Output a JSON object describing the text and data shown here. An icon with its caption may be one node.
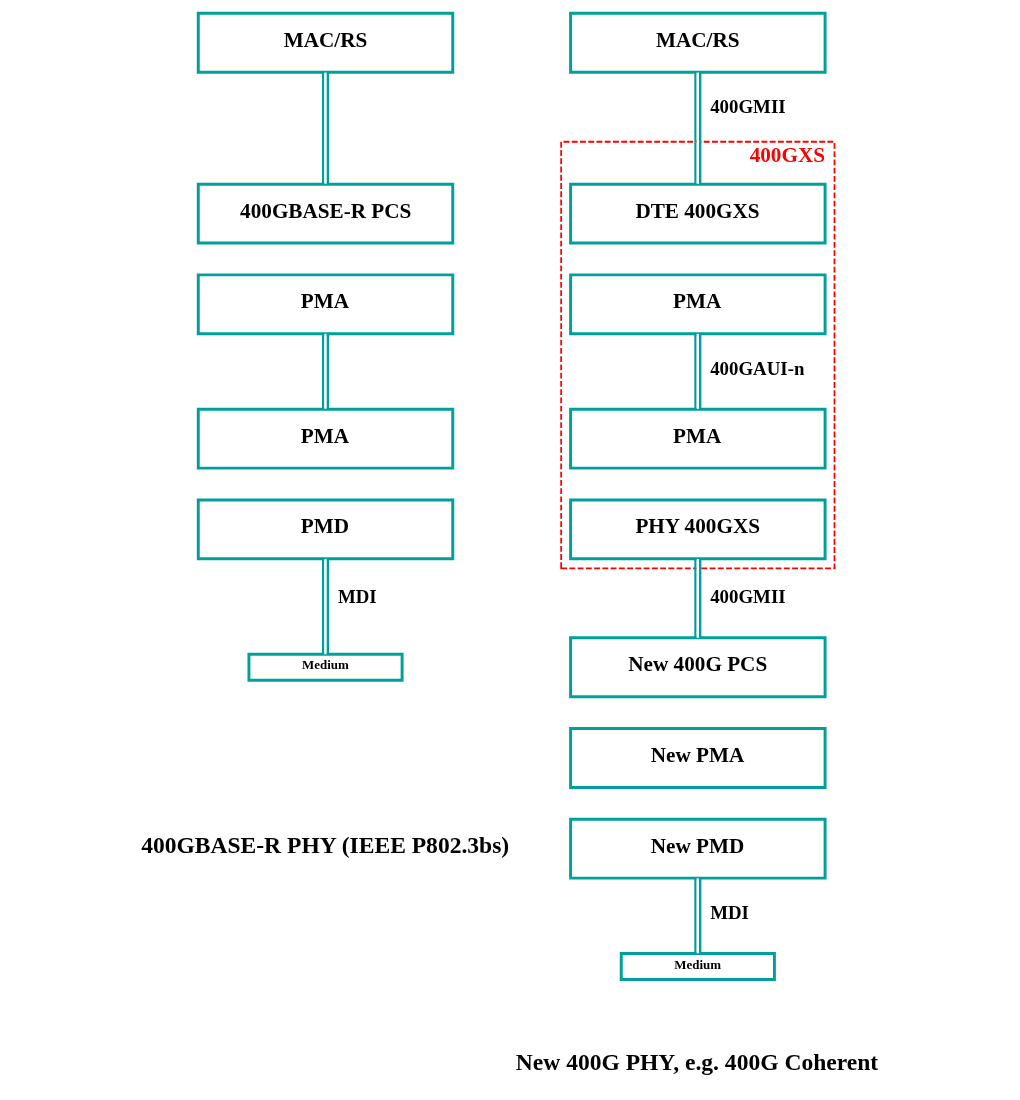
{
  "diagram": {
    "nodes": [
      {
        "text": [
          "MAC/RS"
        ]
      },
      {
        "text": [
          "400GBASE-R PCS"
        ]
      },
      {
        "text": [
          "PMA"
        ]
      },
      {
        "text": [
          "PMA"
        ]
      },
      {
        "text": [
          "PMD"
        ]
      },
      {
        "text": [
          "Medium"
        ]
      },
      {
        "text": [
          "MAC/RS"
        ]
      },
      {
        "text": [
          "400GXS"
        ]
      },
      {
        "text": [
          "DTE 400GXS"
        ],
        "in": 7
      },
      {
        "text": [
          "PMA"
        ],
        "in": 7
      },
      {
        "text": [
          "PMA"
        ],
        "in": 7
      },
      {
        "text": [
          "PHY 400GXS"
        ],
        "in": 7
      },
      {
        "text": [
          "New 400G PCS"
        ]
      },
      {
        "text": [
          "New PMA"
        ]
      },
      {
        "text": [
          "New PMD"
        ]
      },
      {
        "text": [
          "Medium"
        ]
      }
    ],
    "edges": [
      {
        "from": 0,
        "to": 1,
        "arrow": "none"
      },
      {
        "from": 2,
        "to": 3,
        "arrow": "none"
      },
      {
        "from": 4,
        "to": 5,
        "arrow": "none",
        "label": "MDI"
      },
      {
        "from": 6,
        "to": 8,
        "arrow": "none",
        "label": "400GMII"
      },
      {
        "from": 9,
        "to": 10,
        "arrow": "none",
        "label": "400GAUI-n"
      },
      {
        "from": 11,
        "to": 12,
        "arrow": "none",
        "label": "400GMII"
      },
      {
        "from": 14,
        "to": 15,
        "arrow": "none",
        "label": "MDI"
      }
    ],
    "labels": [
      "400GBASE-R PHY (IEEE P802.3bs)",
      "New 400G PHY, e.g. 400G Coherent"
    ]
  }
}
